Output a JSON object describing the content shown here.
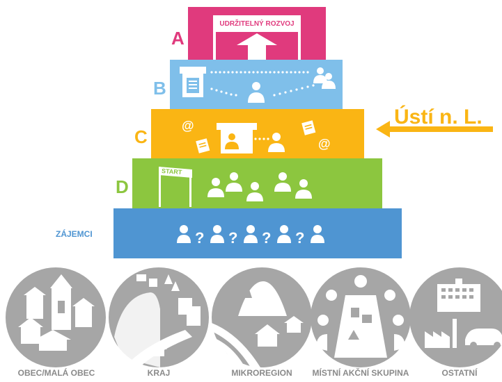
{
  "pyramid": {
    "tier_a": {
      "letter": "A",
      "sign": "UDRŽITELNÝ ROZVOJ"
    },
    "tier_b": {
      "letter": "B"
    },
    "tier_c": {
      "letter": "C"
    },
    "tier_d": {
      "letter": "D",
      "start_banner": "START"
    },
    "tier_e": {
      "label": "ZÁJEMCI"
    }
  },
  "pointer": {
    "label": "Ústí n. L."
  },
  "categories": [
    {
      "label": "OBEC/MALÁ OBEC"
    },
    {
      "label": "KRAJ"
    },
    {
      "label": "MIKROREGION"
    },
    {
      "label": "MÍSTNÍ AKČNÍ SKUPINA"
    },
    {
      "label": "OSTATNÍ"
    }
  ],
  "colors": {
    "tier_a": "#e03a7d",
    "tier_b": "#7fbfea",
    "tier_c": "#fab514",
    "tier_d": "#8cc63f",
    "tier_e": "#4f95d2",
    "circles": "#a6a6a6"
  }
}
